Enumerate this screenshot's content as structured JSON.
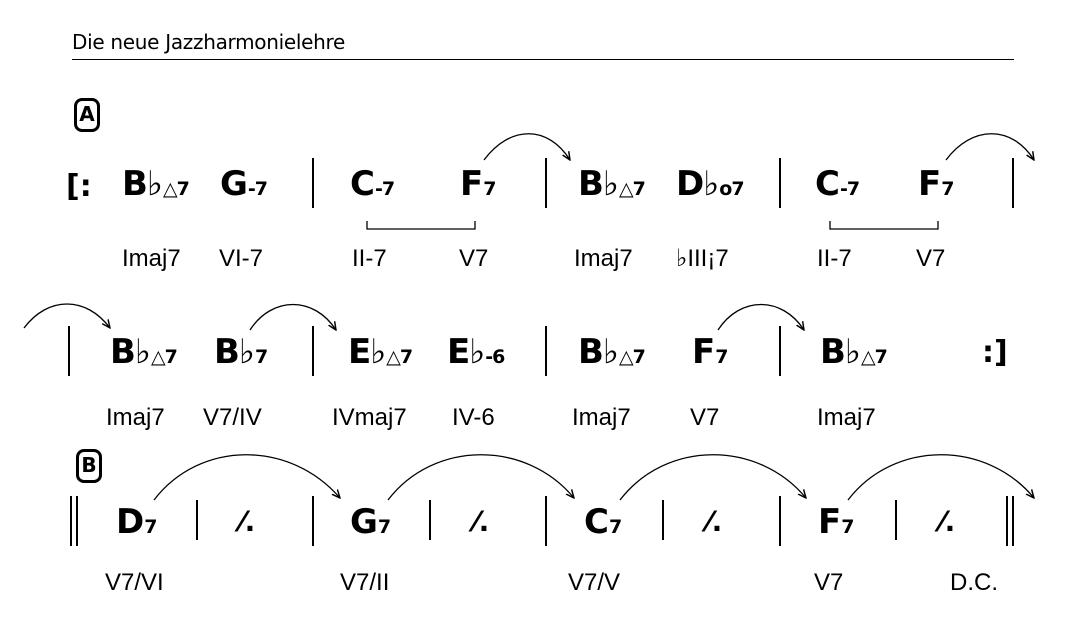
{
  "header": {
    "title": "Die neue Jazzharmonielehre"
  },
  "sections": {
    "a_label": "A",
    "b_label": "B"
  },
  "symbols": {
    "simile": "⁄.",
    "repeat_start": "[:",
    "repeat_end": ":]"
  },
  "row1": {
    "chords": [
      {
        "root": "B♭",
        "suffix": "△7"
      },
      {
        "root": "G",
        "suffix": "-7"
      },
      {
        "root": "C",
        "suffix": "-7"
      },
      {
        "root": "F",
        "suffix": "7"
      },
      {
        "root": "B♭",
        "suffix": "△7"
      },
      {
        "root": "D♭",
        "suffix": "o7"
      },
      {
        "root": "C",
        "suffix": "-7"
      },
      {
        "root": "F",
        "suffix": "7"
      }
    ],
    "functions": [
      "Imaj7",
      "VI-7",
      "II-7",
      "V7",
      "Imaj7",
      "♭III¡7",
      "II-7",
      "V7"
    ]
  },
  "row2": {
    "chords": [
      {
        "root": "B♭",
        "suffix": "△7"
      },
      {
        "root": "B♭",
        "suffix": "7"
      },
      {
        "root": "E♭",
        "suffix": "△7"
      },
      {
        "root": "E♭",
        "suffix": "-6"
      },
      {
        "root": "B♭",
        "suffix": "△7"
      },
      {
        "root": "F",
        "suffix": "7"
      },
      {
        "root": "B♭",
        "suffix": "△7"
      }
    ],
    "functions": [
      "Imaj7",
      "V7/IV",
      "IVmaj7",
      "IV-6",
      "Imaj7",
      "V7",
      "Imaj7"
    ]
  },
  "row3": {
    "chords": [
      {
        "root": "D",
        "suffix": "7"
      },
      {
        "root": "G",
        "suffix": "7"
      },
      {
        "root": "C",
        "suffix": "7"
      },
      {
        "root": "F",
        "suffix": "7"
      }
    ],
    "functions": [
      "V7/VI",
      "V7/II",
      "V7/V",
      "V7",
      "D.C."
    ]
  }
}
